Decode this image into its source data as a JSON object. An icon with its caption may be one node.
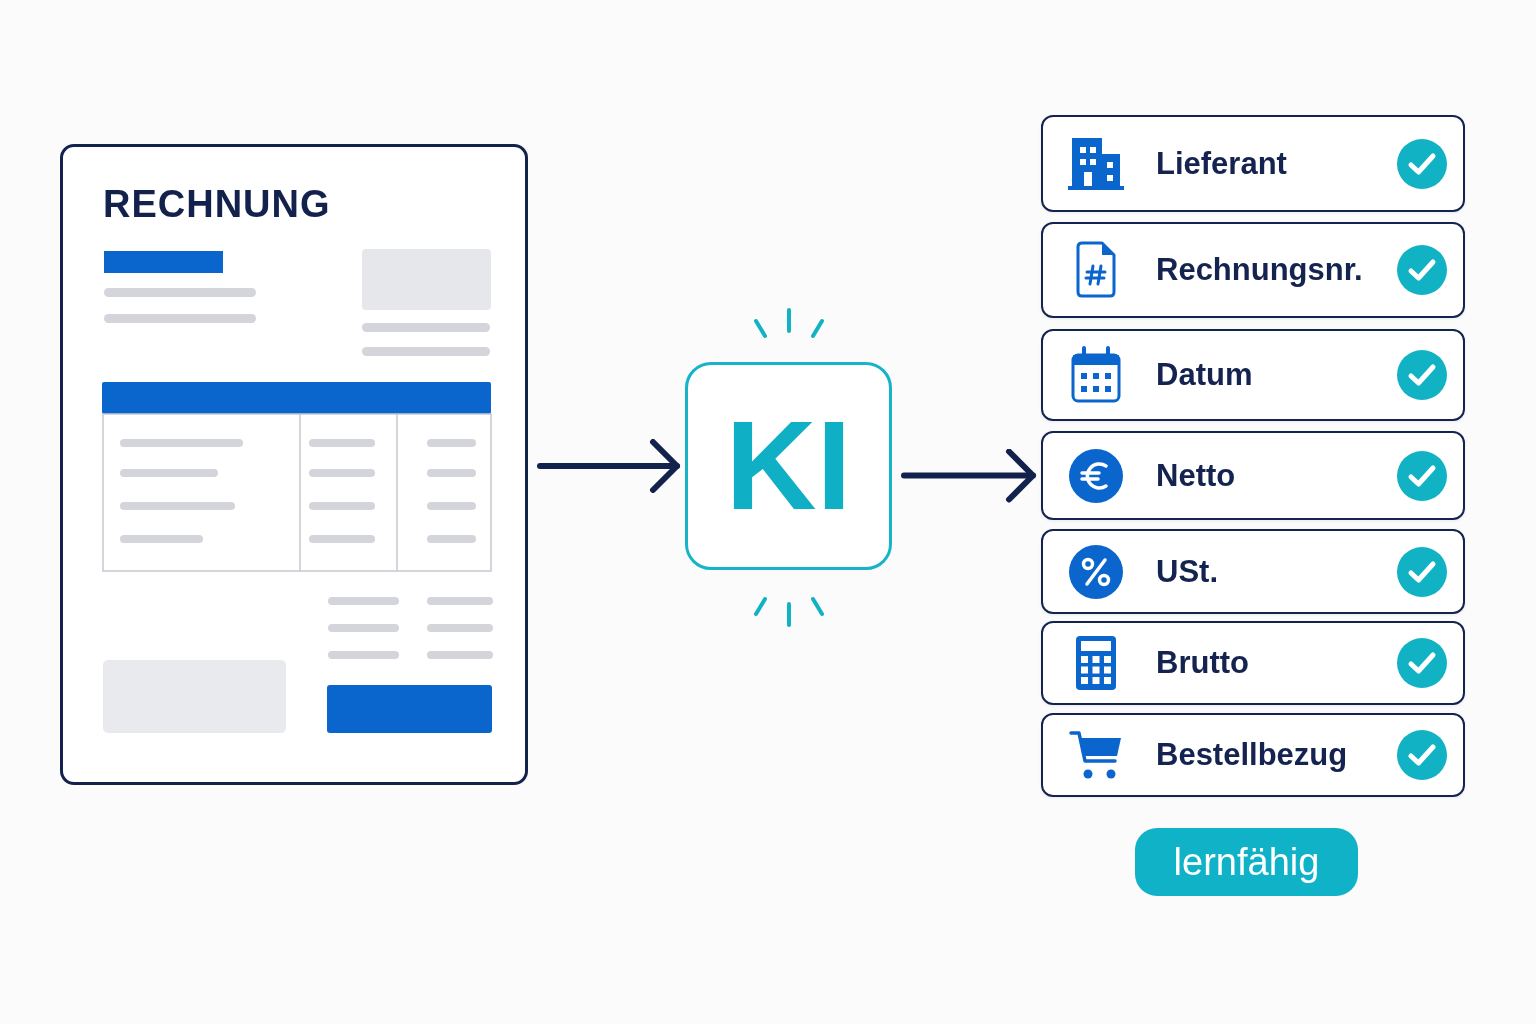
{
  "diagram": {
    "nodes": [
      {
        "text": [
          "RECHNUNG"
        ]
      },
      {
        "text": [
          "KI"
        ]
      },
      {
        "text": [
          "Lieferant"
        ]
      },
      {
        "text": [
          "Rechnungsnr."
        ]
      },
      {
        "text": [
          "Datum"
        ]
      },
      {
        "text": [
          "Netto"
        ]
      },
      {
        "text": [
          "USt."
        ]
      },
      {
        "text": [
          "Brutto"
        ]
      },
      {
        "text": [
          "Bestellbezug"
        ]
      },
      {
        "text": [
          "lernfähig"
        ]
      }
    ],
    "edges": [
      {
        "from": 0,
        "to": 1,
        "arrow": "to"
      },
      {
        "from": 1,
        "to": 5,
        "arrow": "to"
      }
    ]
  }
}
